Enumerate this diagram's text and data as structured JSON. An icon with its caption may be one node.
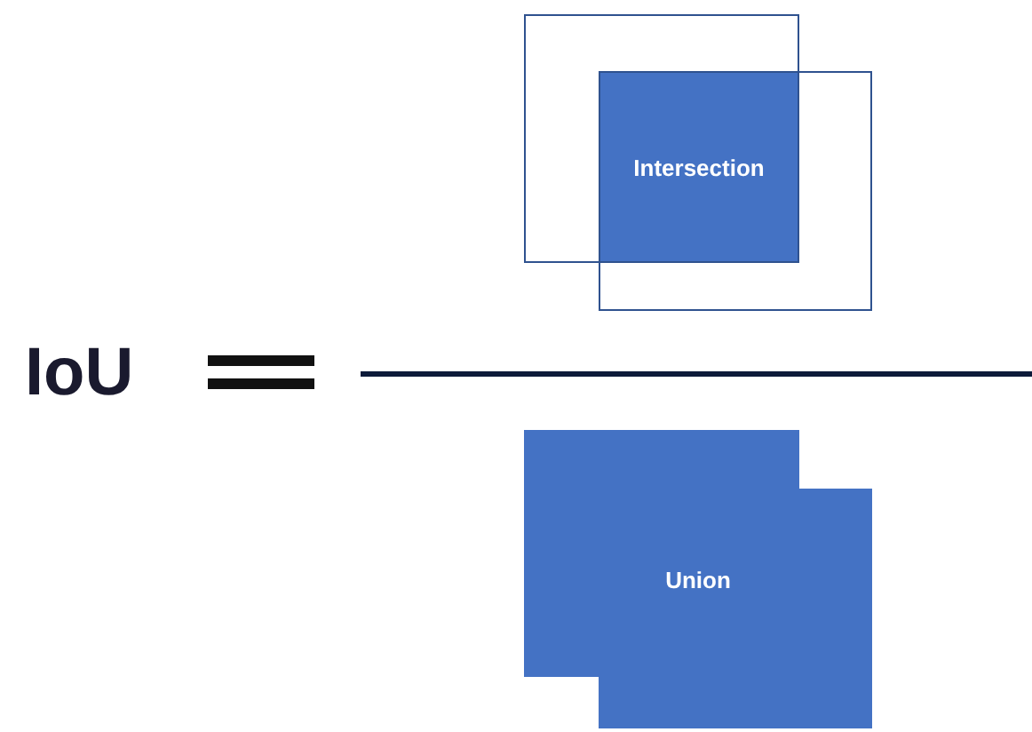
{
  "diagram": {
    "nodes": [
      {
        "text": [],
        "shape": "box"
      },
      {
        "text": [],
        "shape": "box"
      },
      {
        "text": [
          "Intersection"
        ]
      },
      {
        "text": [
          "Union"
        ]
      }
    ],
    "edges": [],
    "labels": [
      "IoU"
    ]
  }
}
